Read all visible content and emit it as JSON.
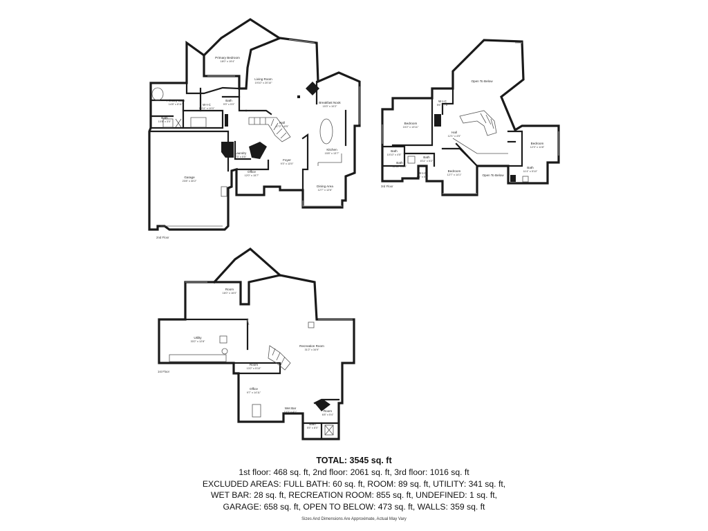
{
  "floors": {
    "second": {
      "label": "2nd Floor",
      "rooms": [
        {
          "key": "primary-bedroom",
          "name": "Primary Bedroom",
          "dim": "18'0\" x 19'4\""
        },
        {
          "key": "primary-bath",
          "name": "Primary Bath",
          "dim": "14'8\" x 8'11\""
        },
        {
          "key": "wic",
          "name": "W-I-C",
          "dim": "10'11\" x 10'0\""
        },
        {
          "key": "bath-a",
          "name": "Bath",
          "dim": "9'9\" x 5'0\""
        },
        {
          "key": "bath-b",
          "name": "Bath",
          "dim": "10'8\" x 3'0\""
        },
        {
          "key": "living-room",
          "name": "Living Room",
          "dim": "19'10\" x 20'10\""
        },
        {
          "key": "breakfast-nook",
          "name": "Breakfast Nook",
          "dim": "15'3\" x 10'2\""
        },
        {
          "key": "hall",
          "name": "Hall",
          "dim": "17'2\" x 8'5\""
        },
        {
          "key": "kitchen",
          "name": "Kitchen",
          "dim": "15'8\" x 13'7\""
        },
        {
          "key": "laundry",
          "name": "Laundry",
          "dim": "7'3\" x 5'5\""
        },
        {
          "key": "foyer",
          "name": "Foyer",
          "dim": "9'3\" x 13'0\""
        },
        {
          "key": "garage",
          "name": "Garage",
          "dim": "23'8\" x 30'2\""
        },
        {
          "key": "office",
          "name": "Office",
          "dim": "12'0\" x 15'7\""
        },
        {
          "key": "dining-area",
          "name": "Dining Area",
          "dim": "12'7\" x 12'6\""
        }
      ]
    },
    "third": {
      "label": "3rd Floor",
      "rooms": [
        {
          "key": "open-to-below-a",
          "name": "Open To Below",
          "dim": ""
        },
        {
          "key": "wic",
          "name": "W-I-C",
          "dim": "5'6\" x 7'8\""
        },
        {
          "key": "bedroom-a",
          "name": "Bedroom",
          "dim": "15'2\" x 13'11\""
        },
        {
          "key": "hall",
          "name": "Hall",
          "dim": "12'1\" x 4'5\""
        },
        {
          "key": "bedroom-b",
          "name": "Bedroom",
          "dim": "12'3\" x 11'8\""
        },
        {
          "key": "bath-a",
          "name": "Bath",
          "dim": "10'10\" x 4'5\""
        },
        {
          "key": "bath-b",
          "name": "Bath",
          "dim": "10'11\" x 6'0\""
        },
        {
          "key": "bath-c",
          "name": "Bath",
          "dim": "8'11\" x 5'2\""
        },
        {
          "key": "wic-b",
          "name": "W-I-C",
          "dim": "6'1\" x 5'0\""
        },
        {
          "key": "bedroom-c",
          "name": "Bedroom",
          "dim": "12'7\" x 14'1\""
        },
        {
          "key": "open-to-below-b",
          "name": "Open To Below",
          "dim": ""
        },
        {
          "key": "bath-d",
          "name": "Bath",
          "dim": "11'4\" x 5'10\""
        }
      ]
    },
    "first": {
      "label": "1st Floor",
      "rooms": [
        {
          "key": "room-a",
          "name": "Room",
          "dim": "16'0\" x 16'0\""
        },
        {
          "key": "utility",
          "name": "Utility",
          "dim": "33'2\" x 12'8\""
        },
        {
          "key": "recreation-room",
          "name": "Recreation Room",
          "dim": "31'2\" x 34'9\""
        },
        {
          "key": "room-b",
          "name": "Room",
          "dim": "13'2\" x 5'10\""
        },
        {
          "key": "office",
          "name": "Office",
          "dim": "9'7\" x 14'11\""
        },
        {
          "key": "wet-bar",
          "name": "Wet Bar",
          "dim": "10'3\" x 4'1\""
        },
        {
          "key": "room-c",
          "name": "Room",
          "dim": "6'8\" x 5'4\""
        },
        {
          "key": "bath",
          "name": "Bath",
          "dim": "5'5\" x 8'0\""
        }
      ]
    }
  },
  "summary": {
    "total": "TOTAL: 3545 sq. ft",
    "lines": [
      "1st floor: 468 sq. ft, 2nd floor: 2061 sq. ft, 3rd floor: 1016 sq. ft",
      "EXCLUDED AREAS: FULL BATH: 60 sq. ft, ROOM: 89 sq. ft, UTILITY: 341 sq. ft,",
      "WET BAR: 28 sq. ft, RECREATION ROOM: 855 sq. ft, UNDEFINED: 1 sq. ft,",
      "GARAGE: 658 sq. ft, OPEN TO BELOW: 473 sq. ft, WALLS: 359 sq. ft"
    ],
    "disclaimer": "Sizes And Dimensions Are Approximate, Actual May Vary"
  }
}
